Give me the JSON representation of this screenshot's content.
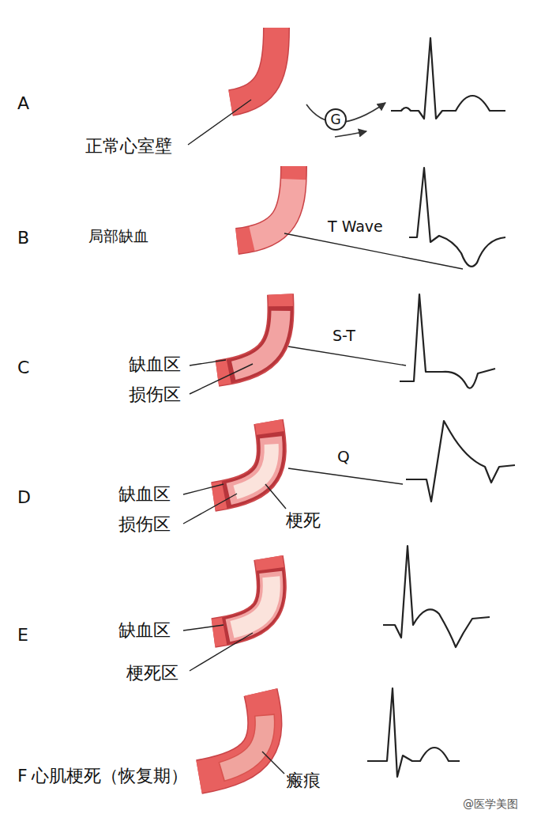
{
  "diagram": {
    "nodes": [
      {
        "text": [
          "G"
        ]
      }
    ],
    "labels": [
      "A",
      "正常心室壁",
      "B",
      "局部缺血",
      "T Wave",
      "C",
      "缺血区",
      "损伤区",
      "S-T",
      "D",
      "缺血区",
      "损伤区",
      "Q",
      "梗死",
      "E",
      "缺血区",
      "梗死区",
      "F",
      "心肌梗死（恢复期）",
      "瘢痕",
      "@医学美图"
    ]
  }
}
